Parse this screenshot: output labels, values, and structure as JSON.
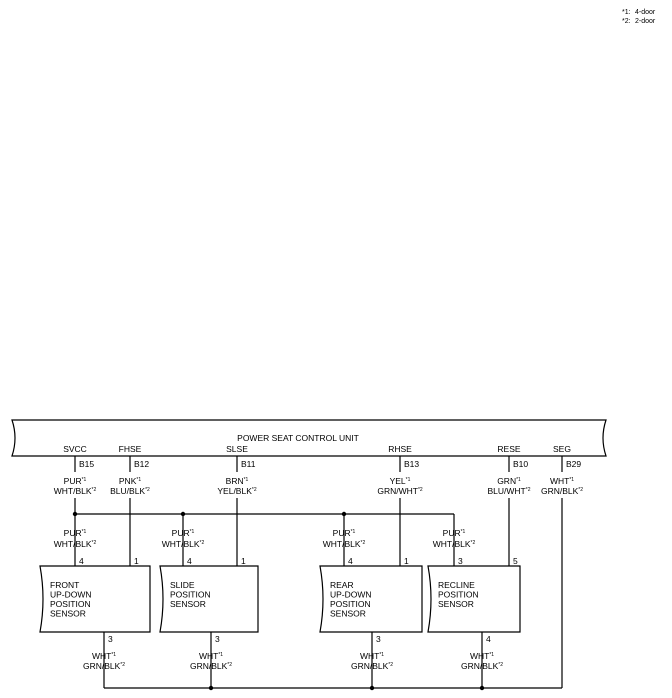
{
  "notes": [
    {
      "mark": "*1:",
      "text": "4-door"
    },
    {
      "mark": "*2:",
      "text": "2-door"
    }
  ],
  "unit": {
    "title": "POWER SEAT CONTROL UNIT"
  },
  "pins": [
    {
      "name": "SVCC",
      "pin": "B15",
      "w1": "PUR",
      "w2": "WHT/BLK"
    },
    {
      "name": "FHSE",
      "pin": "B12",
      "w1": "PNK",
      "w2": "BLU/BLK"
    },
    {
      "name": "SLSE",
      "pin": "B11",
      "w1": "BRN",
      "w2": "YEL/BLK"
    },
    {
      "name": "RHSE",
      "pin": "B13",
      "w1": "YEL",
      "w2": "GRN/WHT"
    },
    {
      "name": "RESE",
      "pin": "B10",
      "w1": "GRN",
      "w2": "BLU/WHT"
    },
    {
      "name": "SEG",
      "pin": "B29",
      "w1": "WHT",
      "w2": "GRN/BLK"
    }
  ],
  "sup1": "*1",
  "sup2": "*2",
  "sensors": [
    {
      "lines": [
        "FRONT",
        "UP-DOWN",
        "POSITION",
        "SENSOR"
      ],
      "pinA": "4",
      "pinB": "1",
      "pinC": "3",
      "in1": "PUR",
      "in2": "WHT/BLK",
      "out1": "WHT",
      "out2": "GRN/BLK"
    },
    {
      "lines": [
        "SLIDE",
        "POSITION",
        "SENSOR"
      ],
      "pinA": "4",
      "pinB": "1",
      "pinC": "3",
      "in1": "PUR",
      "in2": "WHT/BLK",
      "out1": "WHT",
      "out2": "GRN/BLK"
    },
    {
      "lines": [
        "REAR",
        "UP-DOWN",
        "POSITION",
        "SENSOR"
      ],
      "pinA": "4",
      "pinB": "1",
      "pinC": "3",
      "in1": "PUR",
      "in2": "WHT/BLK",
      "out1": "WHT",
      "out2": "GRN/BLK"
    },
    {
      "lines": [
        "RECLINE",
        "POSITION",
        "SENSOR"
      ],
      "pinA": "3",
      "pinB": "5",
      "pinC": "4",
      "in1": "PUR",
      "in2": "WHT/BLK",
      "out1": "WHT",
      "out2": "GRN/BLK"
    }
  ]
}
